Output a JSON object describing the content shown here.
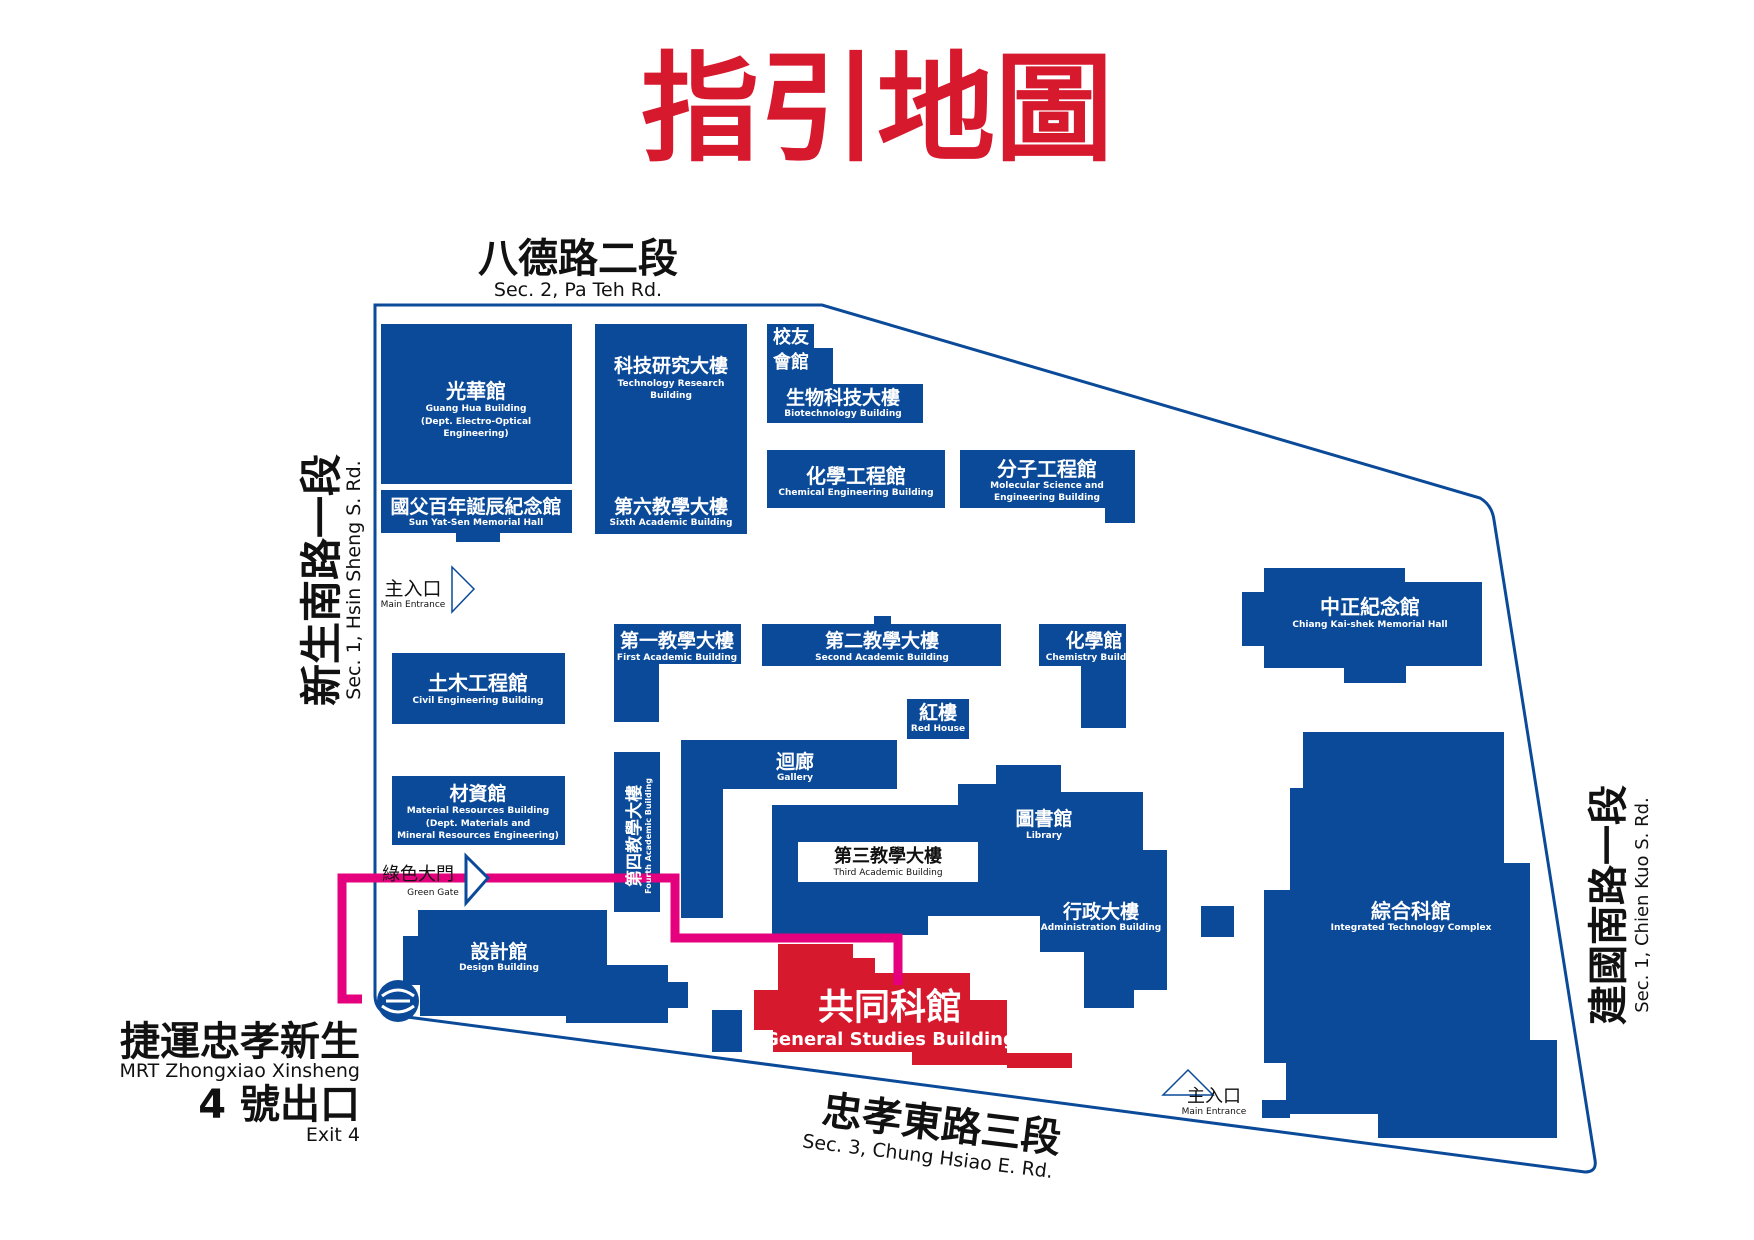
{
  "title": "指引地圖",
  "colors": {
    "title": "#d7192e",
    "building": "#0a4a99",
    "highlight": "#d7192e",
    "route": "#e5007e",
    "boundary": "#0a4a99",
    "text_on_building": "#ffffff"
  },
  "roads": {
    "north": {
      "zh": "八德路二段",
      "en": "Sec. 2, Pa Teh Rd."
    },
    "west": {
      "zh": "新生南路一段",
      "en": "Sec. 1, Hsin Sheng S. Rd."
    },
    "east": {
      "zh": "建國南路一段",
      "en": "Sec. 1, Chien Kuo S. Rd."
    },
    "south": {
      "zh": "忠孝東路三段",
      "en": "Sec. 3, Chung Hsiao E. Rd."
    }
  },
  "buildings": {
    "guanghua": {
      "zh": "光華館",
      "en1": "Guang Hua Building",
      "en2": "(Dept. Electro-Optical",
      "en3": "Engineering)"
    },
    "sunyatsen": {
      "zh": "國父百年誕辰紀念館",
      "en": "Sun Yat-Sen Memorial Hall"
    },
    "tech_research": {
      "zh": "科技研究大樓",
      "en1": "Technology Research",
      "en2": "Building"
    },
    "sixth": {
      "zh": "第六教學大樓",
      "en": "Sixth Academic Building"
    },
    "alumni": {
      "zh1": "校友",
      "zh2": "會館"
    },
    "biotech": {
      "zh": "生物科技大樓",
      "en": "Biotechnology Building"
    },
    "chem_eng": {
      "zh": "化學工程館",
      "en": "Chemical Engineering Building"
    },
    "molecular": {
      "zh": "分子工程館",
      "en1": "Molecular Science and",
      "en2": "Engineering Building"
    },
    "ckshek": {
      "zh": "中正紀念館",
      "en": "Chiang Kai-shek Memorial Hall"
    },
    "civil": {
      "zh": "土木工程館",
      "en": "Civil Engineering Building"
    },
    "first": {
      "zh": "第一教學大樓",
      "en": "First Academic Building"
    },
    "second": {
      "zh": "第二教學大樓",
      "en": "Second Academic Building"
    },
    "chemistry": {
      "zh": "化學館",
      "en": "Chemistry Building"
    },
    "red_house": {
      "zh": "紅樓",
      "en": "Red House"
    },
    "material": {
      "zh": "材資館",
      "en1": "Material Resources Building",
      "en2": "(Dept. Materials and",
      "en3": "Mineral Resources Engineering)"
    },
    "fourth": {
      "zh": "第四教學大樓",
      "en": "Fourth Academic Building"
    },
    "gallery": {
      "zh": "迴廊",
      "en": "Gallery"
    },
    "library": {
      "zh": "圖書館",
      "en": "Library"
    },
    "third": {
      "zh": "第三教學大樓",
      "en": "Third Academic Building"
    },
    "admin": {
      "zh": "行政大樓",
      "en": "Administration Building"
    },
    "integrated": {
      "zh": "綜合科館",
      "en": "Integrated Technology Complex"
    },
    "design": {
      "zh": "設計館",
      "en": "Design Building"
    },
    "general": {
      "zh": "共同科館",
      "en": "General Studies Building"
    }
  },
  "entrances": {
    "main_west": {
      "zh": "主入口",
      "en": "Main Entrance"
    },
    "green_gate": {
      "zh": "綠色大門",
      "en": "Green Gate"
    },
    "main_south": {
      "zh": "主入口",
      "en": "Main Entrance"
    }
  },
  "mrt": {
    "station_zh": "捷運忠孝新生",
    "station_en": "MRT Zhongxiao Xinsheng",
    "exit_zh": "4 號出口",
    "exit_en": "Exit 4",
    "icon": "mrt-logo-icon"
  }
}
